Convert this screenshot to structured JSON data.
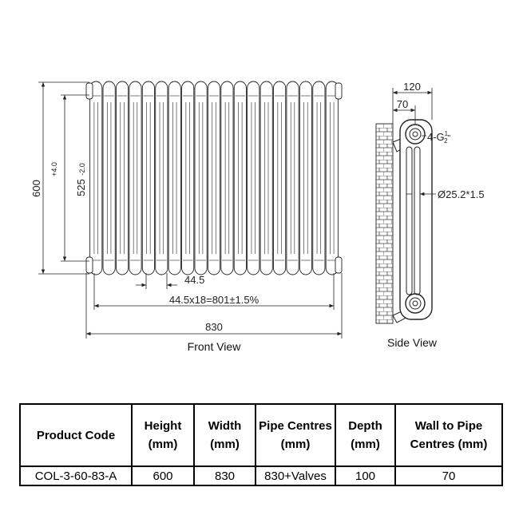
{
  "front_view": {
    "caption": "Front View",
    "height_label": "600",
    "pipe_centres_label": "525",
    "tol_upper": "+4.0",
    "tol_lower": "-2.0",
    "pitch_label": "44.5",
    "span_label": "44.5x18=801±1.5%",
    "width_label": "830"
  },
  "side_view": {
    "caption": "Side View",
    "depth_label": "120",
    "wall_label": "70",
    "thread_label": "4-G",
    "thread_frac_num": "1",
    "thread_frac_den": "2",
    "thread_suffix": "\"",
    "tube_label": "Ø25.2*1.5"
  },
  "table": {
    "headers": [
      "Product Code",
      "Height (mm)",
      "Width (mm)",
      "Pipe Centres (mm)",
      "Depth (mm)",
      "Wall to Pipe Centres (mm)"
    ],
    "rows": [
      [
        "COL-3-60-83-A",
        "600",
        "830",
        "830+Valves",
        "100",
        "70"
      ]
    ]
  }
}
